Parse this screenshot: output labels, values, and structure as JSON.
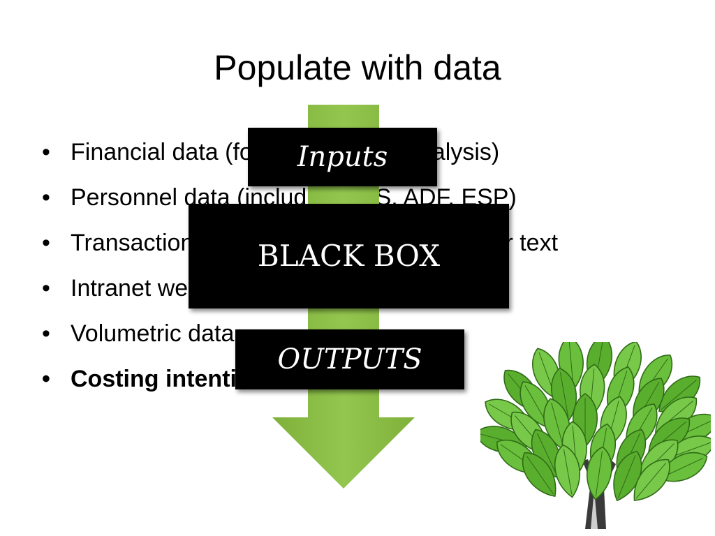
{
  "slide": {
    "title": "Populate with data",
    "bullets": [
      "Financial data (for the period of analysis)",
      "Personnel data (including APS, ADF, ESP)",
      "Transaction data including purchase order text",
      "Intranet website data",
      "Volumetric data",
      "Costing intentions"
    ]
  },
  "diagram": {
    "inputs_label": "Inputs",
    "black_box_label": "BLACK BOX",
    "outputs_label": "OUTPUTS",
    "arrow_color": "#8cbd45",
    "box_color": "#000000"
  },
  "tree": {
    "leaf_color": "#6abf3c",
    "trunk_color": "#333333"
  }
}
